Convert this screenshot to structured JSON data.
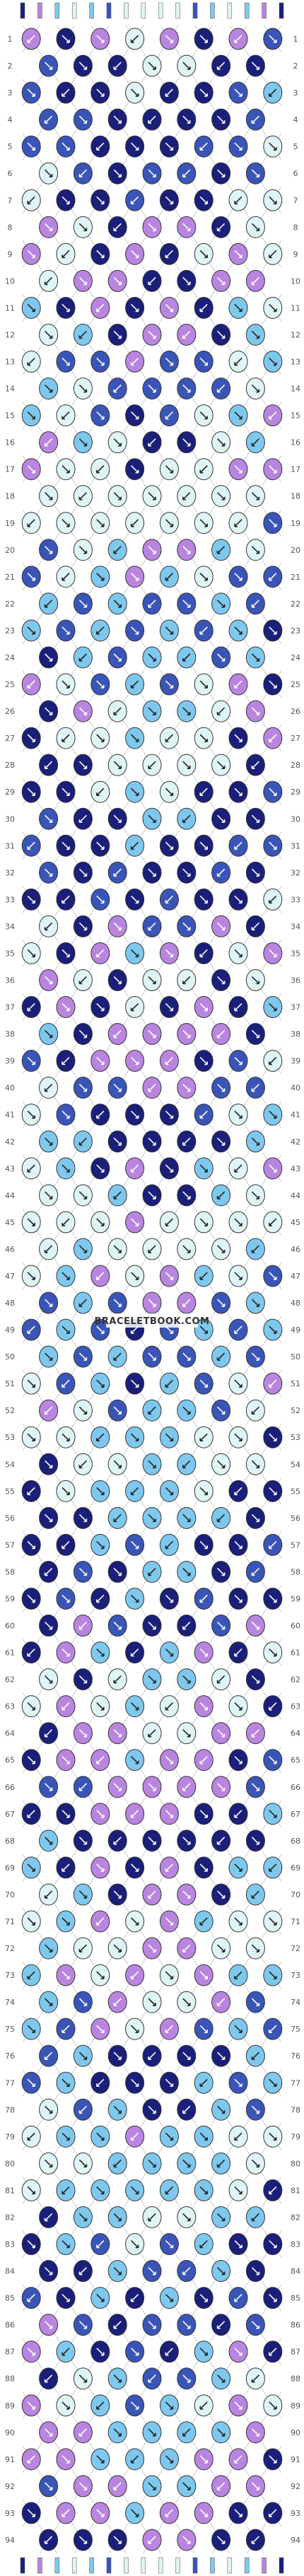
{
  "pattern": {
    "watermark": "BRACELETBOOK.COM",
    "strings_count": 16,
    "rows_count": 94,
    "row_numbers": [
      1,
      2,
      3,
      4,
      5,
      6,
      7,
      8,
      9,
      10,
      11,
      12,
      13,
      14,
      15,
      16,
      17,
      18,
      19,
      20,
      21,
      22,
      23,
      24,
      25,
      26,
      27,
      28,
      29,
      30,
      31,
      32,
      33,
      34,
      35,
      36,
      37,
      38,
      39,
      40,
      41,
      42,
      43,
      44,
      45,
      46,
      47,
      48,
      49,
      50,
      51,
      52,
      53,
      54,
      55,
      56,
      57,
      58,
      59,
      60,
      61,
      62,
      63,
      64,
      65,
      66,
      67,
      68,
      69,
      70,
      71,
      72,
      73,
      74,
      75,
      76,
      77,
      78,
      79,
      80,
      81,
      82,
      83,
      84,
      85,
      86,
      87,
      88,
      89,
      90,
      91,
      92,
      93,
      94
    ],
    "string_colors": [
      "#1a1f7a",
      "#b985e0",
      "#7ec8ee",
      "#dff4f4",
      "#7ec8ee",
      "#3a55b8",
      "#dff4f4",
      "#dff4f4",
      "#dff4f4",
      "#dff4f4",
      "#3a55b8",
      "#7ec8ee",
      "#dff4f4",
      "#7ec8ee",
      "#b985e0",
      "#1a1f7a"
    ],
    "palette": {
      "navy": "#1a1f7a",
      "lavender": "#b985e0",
      "sky": "#7ec8ee",
      "mint": "#dff4f4",
      "royal": "#3a55b8"
    },
    "knot_symbols": [
      "down-right-arrow-icon",
      "down-left-arrow-icon",
      "forward-backward-icon",
      "backward-forward-icon"
    ]
  }
}
